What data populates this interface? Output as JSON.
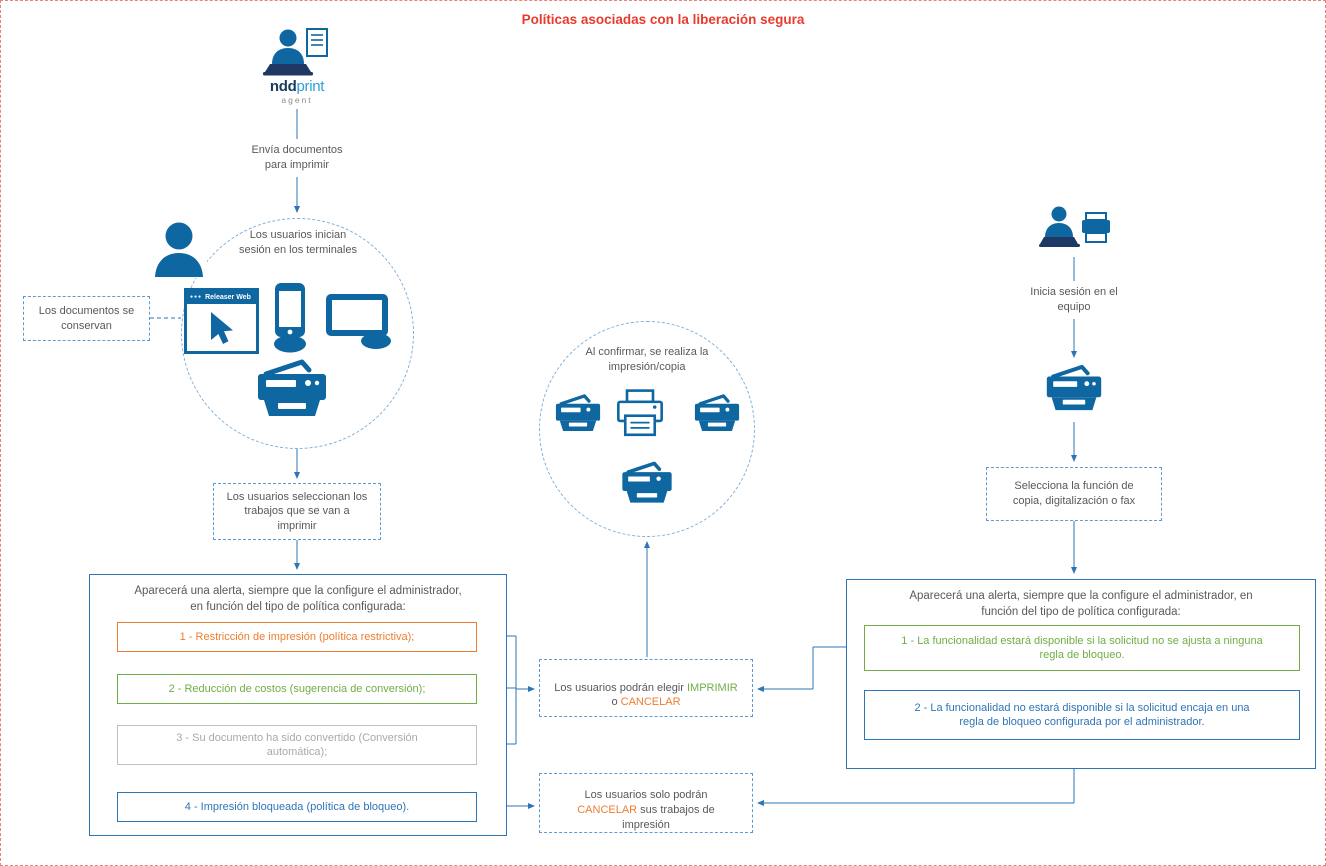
{
  "title": "Políticas asociadas con la liberación segura",
  "colors": {
    "title_red": "#e83a2d",
    "line_blue": "#2e75b6",
    "icon_blue": "#0f67a1",
    "navy": "#1f3864",
    "orange": "#ed7d31",
    "green": "#70ad47",
    "gray_text": "#a9a9a9",
    "body_text": "#595959",
    "logo_print_blue": "#2d9fd8",
    "page_border_red": "#e8837a"
  },
  "logo": {
    "ndd": "ndd",
    "print": "print",
    "agent": "agent"
  },
  "left_flow": {
    "send_docs": "Envía documentos\npara imprimir",
    "circle_title": "Los usuarios inician\nsesión en los terminales",
    "releaser_web": "Releaser Web",
    "window_dots": "●●●",
    "docs_kept": "Los documentos se\nconservan",
    "select_jobs": "Los usuarios seleccionan los\ntrabajos que se van a\nimprimir",
    "alert_header": "Aparecerá una alerta, siempre que la configure el administrador,\nen función del tipo de política configurada:",
    "policies": [
      {
        "label": "1 - Restricción de impresión (política restrictiva);",
        "color": "orange"
      },
      {
        "label": "2 - Reducción de costos (sugerencia de conversión);",
        "color": "green"
      },
      {
        "label": "3 - Su documento ha sido convertido (Conversión\nautomática);",
        "color": "gray"
      },
      {
        "label": "4 - Impresión bloqueada (política de bloqueo).",
        "color": "blue"
      }
    ]
  },
  "center_flow": {
    "confirm_circle": "Al confirmar, se realiza la\nimpresión/copia",
    "choose_box": {
      "part1": "Los usuarios podrán elegir ",
      "imprimir": "IMPRIMIR",
      "part2": "\no ",
      "cancelar": "CANCELAR"
    },
    "cancel_only_box": {
      "part1": "Los usuarios solo podrán\n",
      "cancelar": "CANCELAR",
      "part2": " sus trabajos de\nimpresión"
    }
  },
  "right_flow": {
    "login": "Inicia sesión en el\nequipo",
    "select_function": "Selecciona la función de\ncopia, digitalización o fax",
    "alert_header": "Aparecerá una alerta, siempre que la configure el administrador, en\nfunción del tipo de política configurada:",
    "rules": [
      {
        "label": "1 - La funcionalidad estará disponible si la solicitud no se ajusta a ninguna\nregla de bloqueo.",
        "color": "green"
      },
      {
        "label": "2 - La funcionalidad no estará disponible si la solicitud encaja en una\nregla de bloqueo configurada por el administrador.",
        "color": "blue"
      }
    ]
  }
}
